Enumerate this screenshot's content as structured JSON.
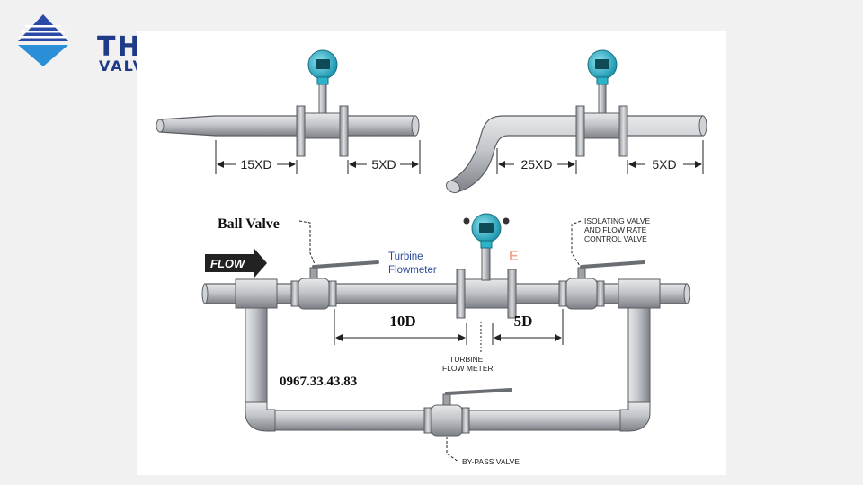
{
  "brand": {
    "name": "THP",
    "sub": "VALVE",
    "color": "#1f3a86"
  },
  "top_left": {
    "upstream_dim": "15XD",
    "downstream_dim": "5XD"
  },
  "top_right": {
    "upstream_dim": "25XD",
    "downstream_dim": "5XD"
  },
  "bottom": {
    "flow_label": "FLOW",
    "ball_valve_label": "Ball Valve",
    "turbine_label_line1": "Turbine",
    "turbine_label_line2": "Flowmeter",
    "watermark_char": "E",
    "isolating_line1": "ISOLATING VALVE",
    "isolating_line2": "AND FLOW RATE",
    "isolating_line3": "CONTROL VALVE",
    "upstream_dim": "10D",
    "downstream_dim": "5D",
    "meter_line1": "TURBINE",
    "meter_line2": "FLOW METER",
    "phone": "0967.33.43.83",
    "bypass_label": "BY-PASS VALVE"
  },
  "colors": {
    "pipe": "#b9bcc1",
    "pipe_dark": "#7d8187",
    "transmitter": "#2bb3c9",
    "turbine_text": "#2a4a9a",
    "watermark": "#f2a98b"
  }
}
